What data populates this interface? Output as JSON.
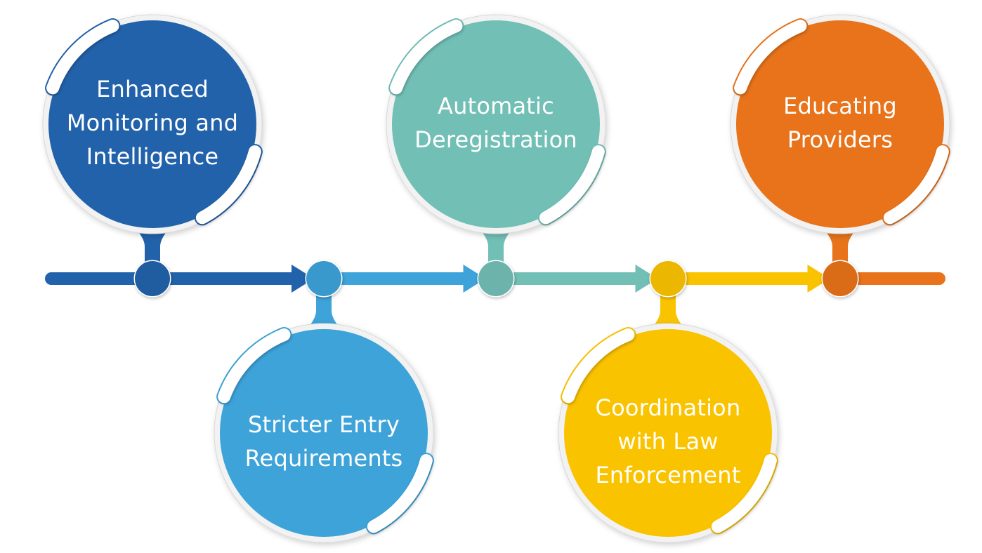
{
  "diagram": {
    "type": "timeline-process",
    "direction": "left-to-right",
    "steps": [
      {
        "label_lines": [
          "Enhanced",
          "Monitoring and",
          "Intelligence"
        ],
        "position": "above",
        "color": "#2262AA"
      },
      {
        "label_lines": [
          "Stricter Entry",
          "Requirements"
        ],
        "position": "below",
        "color": "#3DA3D9"
      },
      {
        "label_lines": [
          "Automatic",
          "Deregistration"
        ],
        "position": "above",
        "color": "#72BFB6"
      },
      {
        "label_lines": [
          "Coordination",
          "with Law",
          "Enforcement"
        ],
        "position": "below",
        "color": "#FAC300"
      },
      {
        "label_lines": [
          "Educating",
          "Providers"
        ],
        "position": "above",
        "color": "#E8731A"
      }
    ],
    "accent_colors": {
      "text": "#FFFFFF",
      "ring": "#F2F2F2",
      "ring_shadow": "#D9D9D9"
    }
  }
}
